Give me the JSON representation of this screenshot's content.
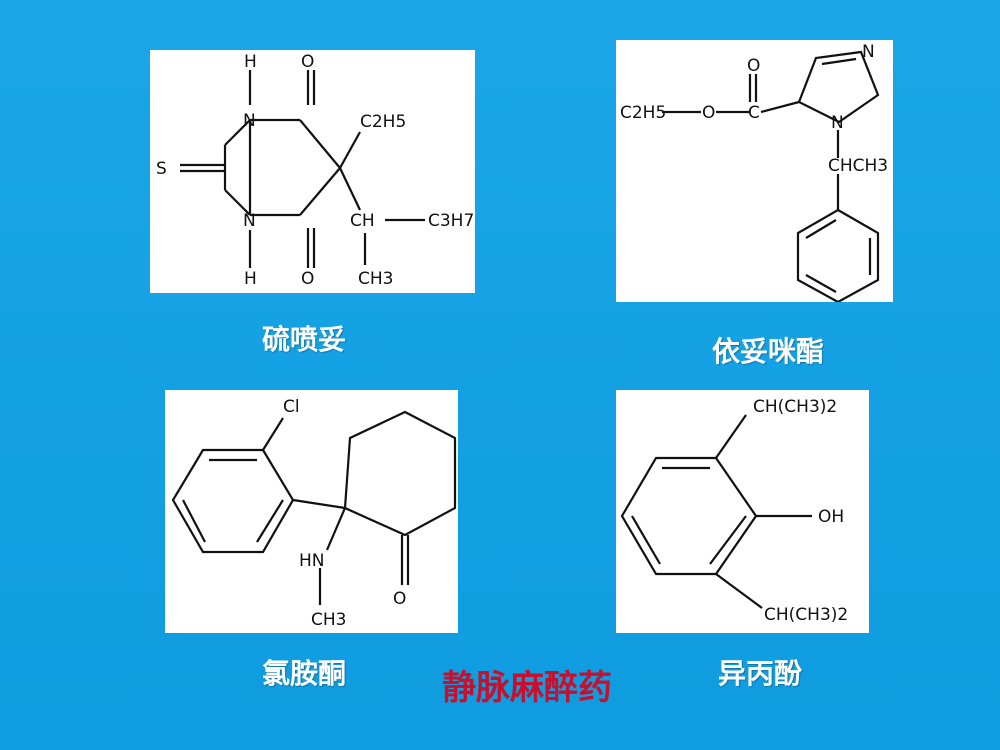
{
  "title": "静脉麻醉药",
  "colors": {
    "background": "#1aa6e6",
    "title": "#c8102e",
    "caption": "#ffffff"
  },
  "molecules": [
    {
      "name": "硫喷妥",
      "atoms": {
        "h_top": "H",
        "o_top": "O",
        "n_top": "N",
        "c2h5": "C2H5",
        "s": "S",
        "n_bot": "N",
        "ch": "CH",
        "c3h7": "C3H7",
        "h_bot": "H",
        "o_bot": "O",
        "ch3": "CH3"
      }
    },
    {
      "name": "依妥咪酯",
      "atoms": {
        "o_carbonyl": "O",
        "n_ring_top": "N",
        "c2h5": "C2H5",
        "o_ester": "O",
        "c_carbonyl": "C",
        "n1": "N",
        "chch3": "CHCH3"
      }
    },
    {
      "name": "氯胺酮",
      "atoms": {
        "cl": "Cl",
        "hn": "HN",
        "o": "O",
        "ch3": "CH3"
      }
    },
    {
      "name": "异丙酚",
      "atoms": {
        "ch_top": "CH(CH3)2",
        "oh": "OH",
        "ch_bot": "CH(CH3)2"
      }
    }
  ]
}
